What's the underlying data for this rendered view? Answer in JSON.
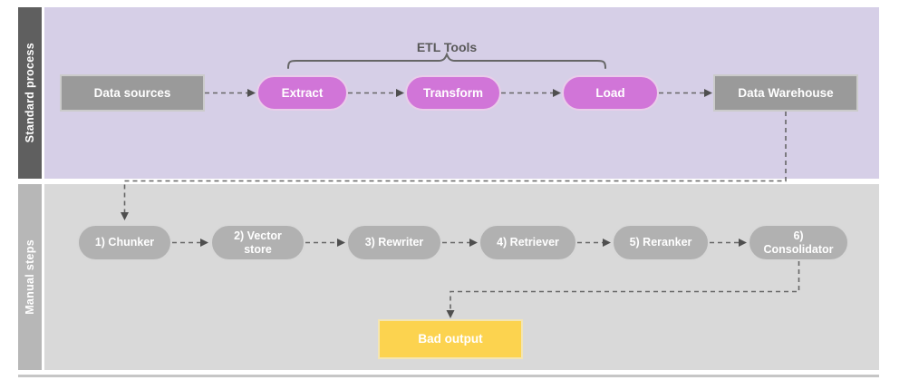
{
  "diagram": {
    "lanes": [
      {
        "label": "Standard process"
      },
      {
        "label": "Manual steps"
      }
    ],
    "bracket_label": "ETL Tools",
    "standard": {
      "data_sources": "Data sources",
      "extract": "Extract",
      "transform": "Transform",
      "load": "Load",
      "data_warehouse": "Data Warehouse"
    },
    "manual": {
      "step1": "1) Chunker",
      "step2": "2) Vector store",
      "step3": "3) Rewriter",
      "step4": "4) Retriever",
      "step5": "5) Reranker",
      "step6": "6) Consolidator"
    },
    "output": "Bad output",
    "colors": {
      "standard_lane_bg": "#d6cfe7",
      "standard_lane_label_bg": "#5f5f5f",
      "manual_lane_bg": "#d9d9d9",
      "manual_lane_label_bg": "#b7b7b7",
      "etl_pill_fill": "#d175d8",
      "gray_box_fill": "#9a9a9a",
      "manual_pill_fill": "#b1b1b1",
      "bad_output_fill": "#fcd34f",
      "connector_color": "#666666"
    }
  }
}
